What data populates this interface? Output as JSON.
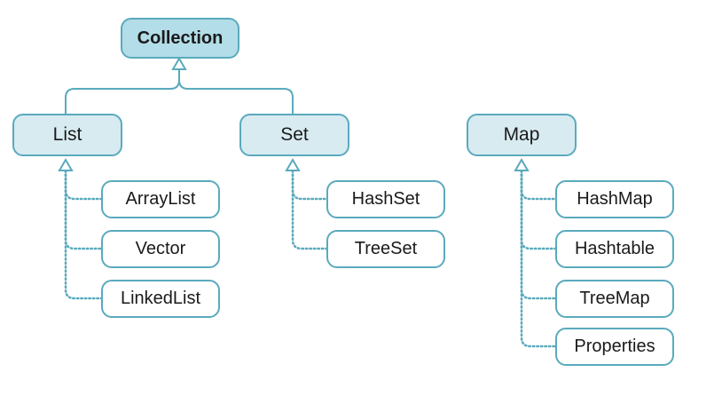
{
  "diagram": {
    "root": "Collection",
    "interfaces": [
      "List",
      "Set",
      "Map"
    ],
    "list_impls": [
      "ArrayList",
      "Vector",
      "LinkedList"
    ],
    "set_impls": [
      "HashSet",
      "TreeSet"
    ],
    "map_impls": [
      "HashMap",
      "Hashtable",
      "TreeMap",
      "Properties"
    ]
  },
  "colors": {
    "line": "#5aaabd",
    "box_border": "#5aaabd",
    "root_fill": "#b3dde8",
    "interface_fill": "#d7ebf1",
    "impl_fill": "#ffffff"
  }
}
